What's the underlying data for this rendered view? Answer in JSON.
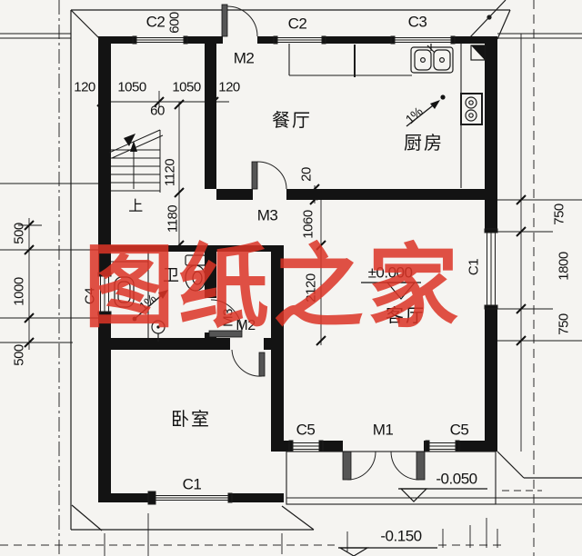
{
  "watermark": "图纸之家",
  "rooms": {
    "dining": "餐厅",
    "kitchen": "厨房",
    "living": "客厅",
    "bedroom": "卧室",
    "bathroom": "卫",
    "stairs_up": "上"
  },
  "marks": {
    "m1": "M1",
    "m2": "M2",
    "m3": "M3",
    "c1": "C1",
    "c2": "C2",
    "c3": "C3",
    "c4": "C4",
    "c5": "C5"
  },
  "dims": {
    "d120": "120",
    "d1050": "1050",
    "d60": "60",
    "d600": "600",
    "d1120": "1120",
    "d1180": "1180",
    "d20": "20",
    "d1060": "1060",
    "d2120": "2120",
    "d500": "500",
    "d1000": "1000",
    "d750": "750",
    "d1800": "1800"
  },
  "levels": {
    "ground": "±0.000",
    "porch": "-0.050",
    "steps": "-0.150"
  },
  "slope": "1%",
  "colors": {
    "line": "#1a1a1a",
    "paper": "#f5f4f1",
    "watermark": "#dc3426"
  }
}
